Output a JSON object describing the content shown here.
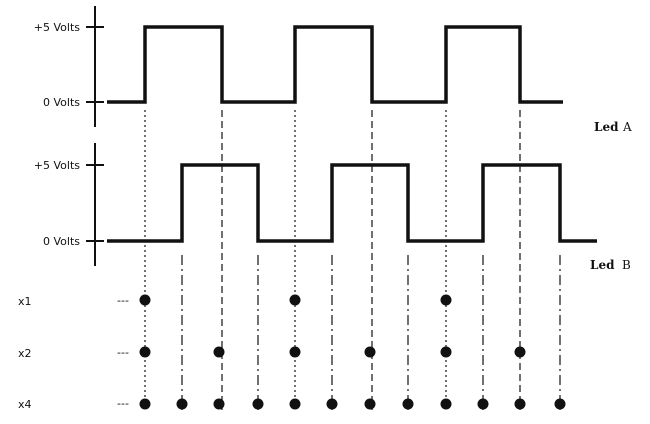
{
  "levels": {
    "high": "+5 Volts",
    "low": "0 Volts"
  },
  "signals": [
    {
      "name": "Led",
      "suffix": "A",
      "edges": [
        145,
        222,
        295,
        372,
        446,
        520
      ]
    },
    {
      "name": "Led",
      "suffix": "B",
      "edges": [
        182,
        258,
        332,
        408,
        483,
        560
      ]
    }
  ],
  "rows": [
    {
      "label": "x1",
      "marker": "---",
      "points": [
        145,
        295,
        446
      ]
    },
    {
      "label": "x2",
      "marker": "---",
      "points": [
        145,
        219,
        295,
        370,
        446,
        520
      ]
    },
    {
      "label": "x4",
      "marker": "---",
      "points": [
        145,
        182,
        219,
        258,
        295,
        332,
        370,
        408,
        446,
        483,
        520,
        560
      ]
    }
  ],
  "colors": {
    "ink": "#111111"
  }
}
